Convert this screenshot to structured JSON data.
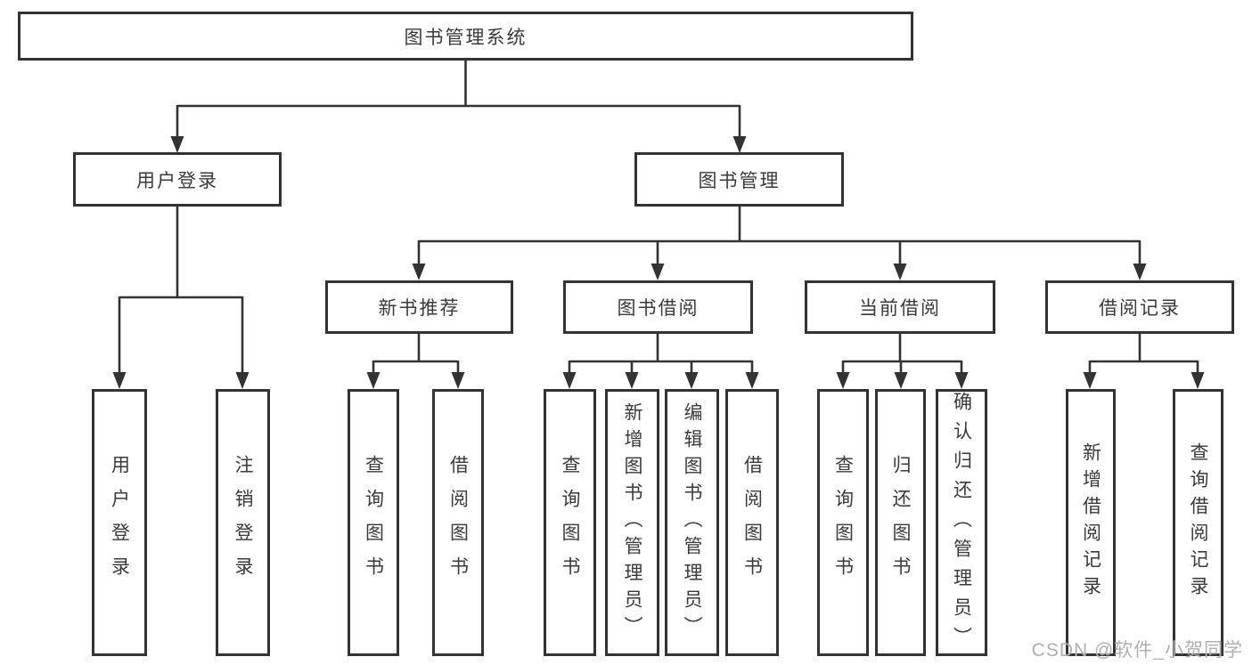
{
  "diagram_title": "图书管理系统",
  "nodes": {
    "root": "图书管理系统",
    "user_login": "用户登录",
    "book_management": "图书管理",
    "new_book_recommend": "新书推荐",
    "book_borrowing": "图书借阅",
    "current_borrowing": "当前借阅",
    "borrowing_records": "借阅记录",
    "leaf_user_login": "用户登录",
    "leaf_logout": "注销登录",
    "leaf_query_book_recommend": "查询图书",
    "leaf_borrow_book_recommend": "借阅图书",
    "leaf_query_book_borrowing": "查询图书",
    "leaf_add_book_admin": "新增图书（管理员）",
    "leaf_edit_book_admin": "编辑图书（管理员）",
    "leaf_borrow_book_borrowing": "借阅图书",
    "leaf_query_book_current": "查询图书",
    "leaf_return_book": "归还图书",
    "leaf_confirm_return_admin": "确认归还（管理员）",
    "leaf_add_borrow_record": "新增借阅记录",
    "leaf_query_borrow_record": "查询借阅记录"
  },
  "watermark": "CSDN @软件_小贺同学",
  "colors": {
    "box_border": "#333333",
    "connector_line": "#333333",
    "text": "#3a3a3a",
    "background": "#ffffff",
    "watermark": "#a8a8a8"
  }
}
